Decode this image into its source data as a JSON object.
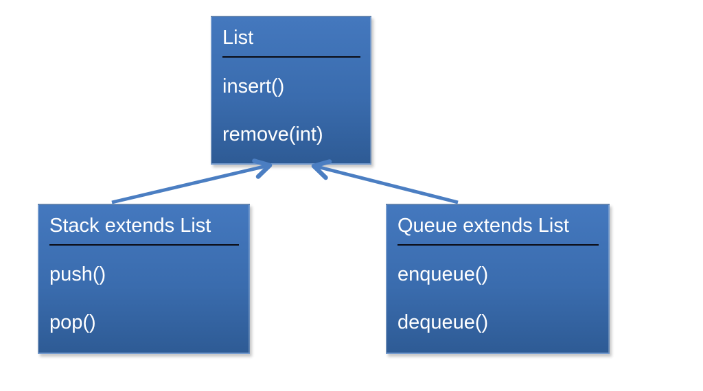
{
  "slide": {
    "background": "#ffffff"
  },
  "colors": {
    "box_gradient_top": "#4478be",
    "box_gradient_bottom": "#2e5b95",
    "box_border_highlight": "rgba(255,255,255,0.25)",
    "box_shadow": "rgba(0,0,0,0.22)",
    "title_underline": "#0a0a12",
    "text": "#ffffff",
    "arrow": "#4b7ec2"
  },
  "classes": [
    {
      "title": "List",
      "methods": [
        "insert()",
        "remove(int)"
      ]
    },
    {
      "title": "Stack extends List",
      "methods": [
        "push()",
        "pop()"
      ]
    },
    {
      "title": "Queue extends List",
      "methods": [
        "enqueue()",
        "dequeue()"
      ]
    }
  ],
  "relationships": [
    {
      "type": "extends",
      "from": "Stack extends List",
      "to": "List"
    },
    {
      "type": "extends",
      "from": "Queue extends List",
      "to": "List"
    }
  ]
}
